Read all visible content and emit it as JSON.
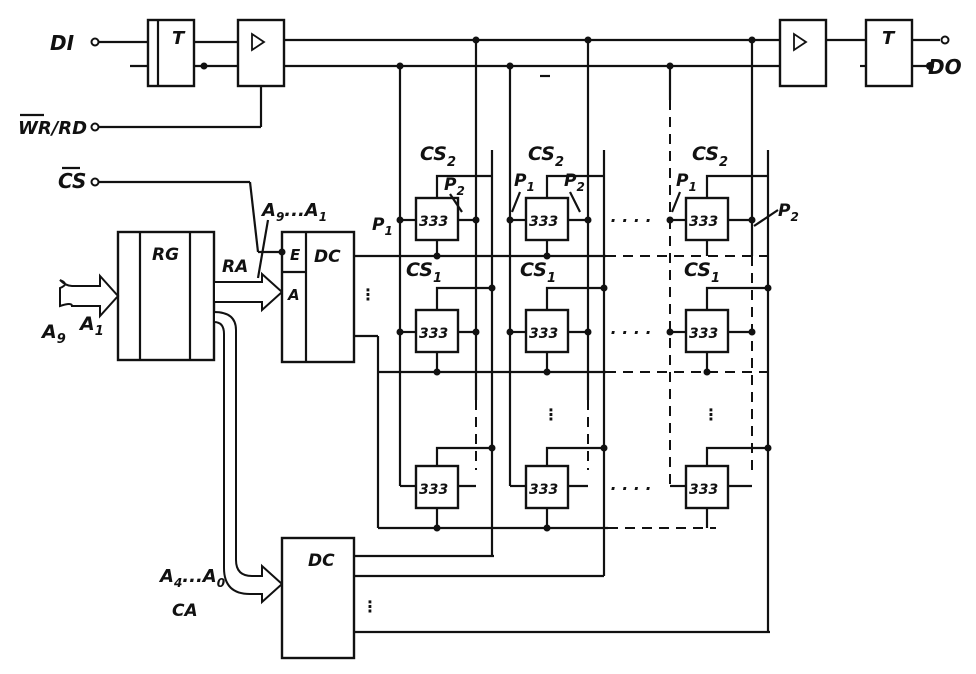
{
  "signals": {
    "di": "DI",
    "do": "DO",
    "wr_rd": "WR/RD",
    "cs": "CS",
    "a9": "A",
    "a9_sub": "9",
    "a1": "A",
    "a1_sub": "1",
    "ag_a1_label": "A",
    "ag_a1_sub": "9",
    "ag_a1_mid": "...A",
    "ag_a1_sub2": "1",
    "a4_a0_label": "A",
    "a4_sub": "4",
    "a4_mid": "...A",
    "a0_sub": "0",
    "ra": "RA",
    "ca": "CA"
  },
  "blocks": {
    "trigger_in": "T",
    "trigger_out": "T",
    "register": "RG",
    "row_decoder": "DC",
    "row_decoder_e": "E",
    "row_decoder_a": "A",
    "col_decoder": "DC"
  },
  "chip_label": "333",
  "cs_labels": {
    "cs2": "CS",
    "cs2_sub": "2",
    "cs1": "CS",
    "cs1_sub": "1"
  },
  "pins": {
    "p1": "P",
    "p1_sub": "1",
    "p2": "P",
    "p2_sub": "2"
  }
}
